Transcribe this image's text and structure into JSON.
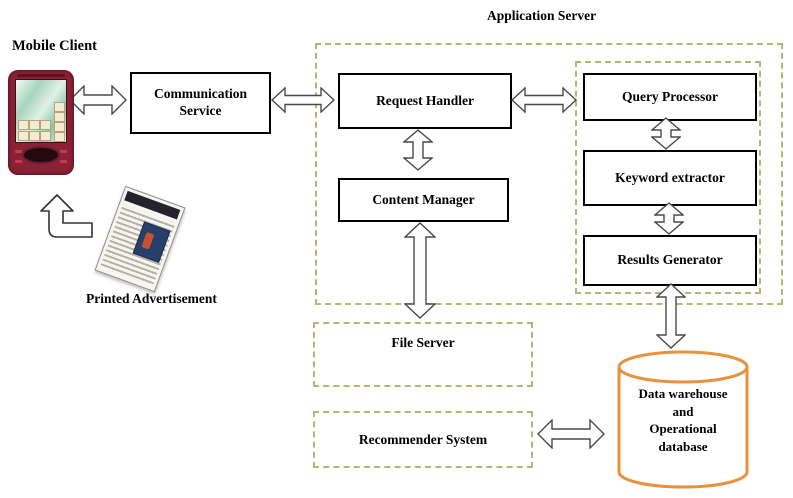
{
  "labels": {
    "mobile_client": "Mobile Client",
    "application_server": "Application Server",
    "printed_advertisement": "Printed Advertisement"
  },
  "boxes": {
    "communication_service": "Communication Service",
    "request_handler": "Request Handler",
    "content_manager": "Content Manager",
    "query_processor": "Query Processor",
    "keyword_extractor": "Keyword extractor",
    "results_generator": "Results Generator",
    "file_server": "File Server",
    "recommender_system": "Recommender System"
  },
  "database": {
    "label": "Data warehouse\nand\nOperational\ndatabase"
  },
  "connections": [
    {
      "from": "Mobile Client",
      "to": "Communication Service",
      "type": "bidirectional"
    },
    {
      "from": "Communication Service",
      "to": "Request Handler",
      "type": "bidirectional"
    },
    {
      "from": "Request Handler",
      "to": "Query Processor",
      "type": "bidirectional"
    },
    {
      "from": "Request Handler",
      "to": "Content Manager",
      "type": "bidirectional"
    },
    {
      "from": "Content Manager",
      "to": "File Server",
      "type": "bidirectional"
    },
    {
      "from": "Query Processor",
      "to": "Keyword extractor",
      "type": "bidirectional"
    },
    {
      "from": "Keyword extractor",
      "to": "Results Generator",
      "type": "bidirectional"
    },
    {
      "from": "Results Generator",
      "to": "Data warehouse and Operational database",
      "type": "bidirectional"
    },
    {
      "from": "Recommender System",
      "to": "Data warehouse and Operational database",
      "type": "bidirectional"
    },
    {
      "from": "Printed Advertisement",
      "to": "Mobile Client",
      "type": "unidirectional"
    }
  ],
  "colors": {
    "dashed_border": "#a9bd71",
    "database_border": "#e8923e",
    "box_border": "#000000",
    "arrow_outline": "#4a4a4a",
    "phone_body": "#8c2036"
  }
}
